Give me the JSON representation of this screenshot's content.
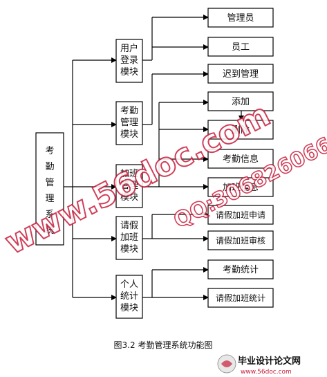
{
  "root": {
    "label": "考勤管理系统"
  },
  "modules": [
    {
      "id": "m1",
      "label": "用户登录模块",
      "children": [
        "管理员",
        "员工"
      ]
    },
    {
      "id": "m2",
      "label": "考勤管理模块",
      "children": [
        "迟到管理"
      ]
    },
    {
      "id": "m3",
      "label": "加班管理模块",
      "children": [
        "添加",
        "删除",
        "考勤信息",
        "加班信息"
      ]
    },
    {
      "id": "m4",
      "label": "请假加班模块",
      "children": [
        "请假加班申请",
        "请假加班审核"
      ]
    },
    {
      "id": "m5",
      "label": "个人统计模块",
      "children": [
        "考勤统计",
        "请假加班统计"
      ]
    }
  ],
  "caption": "图3.2 考勤管理系统功能图",
  "watermarks": {
    "diagonal_site": "www.56doc.com",
    "diagonal_qq": "QQ:306826066",
    "logo_title": "毕业设计论文网",
    "logo_url": "www.56doc.com"
  },
  "colors": {
    "line": "#000000",
    "watermark": "#c81e3c",
    "background": "#ffffff"
  }
}
